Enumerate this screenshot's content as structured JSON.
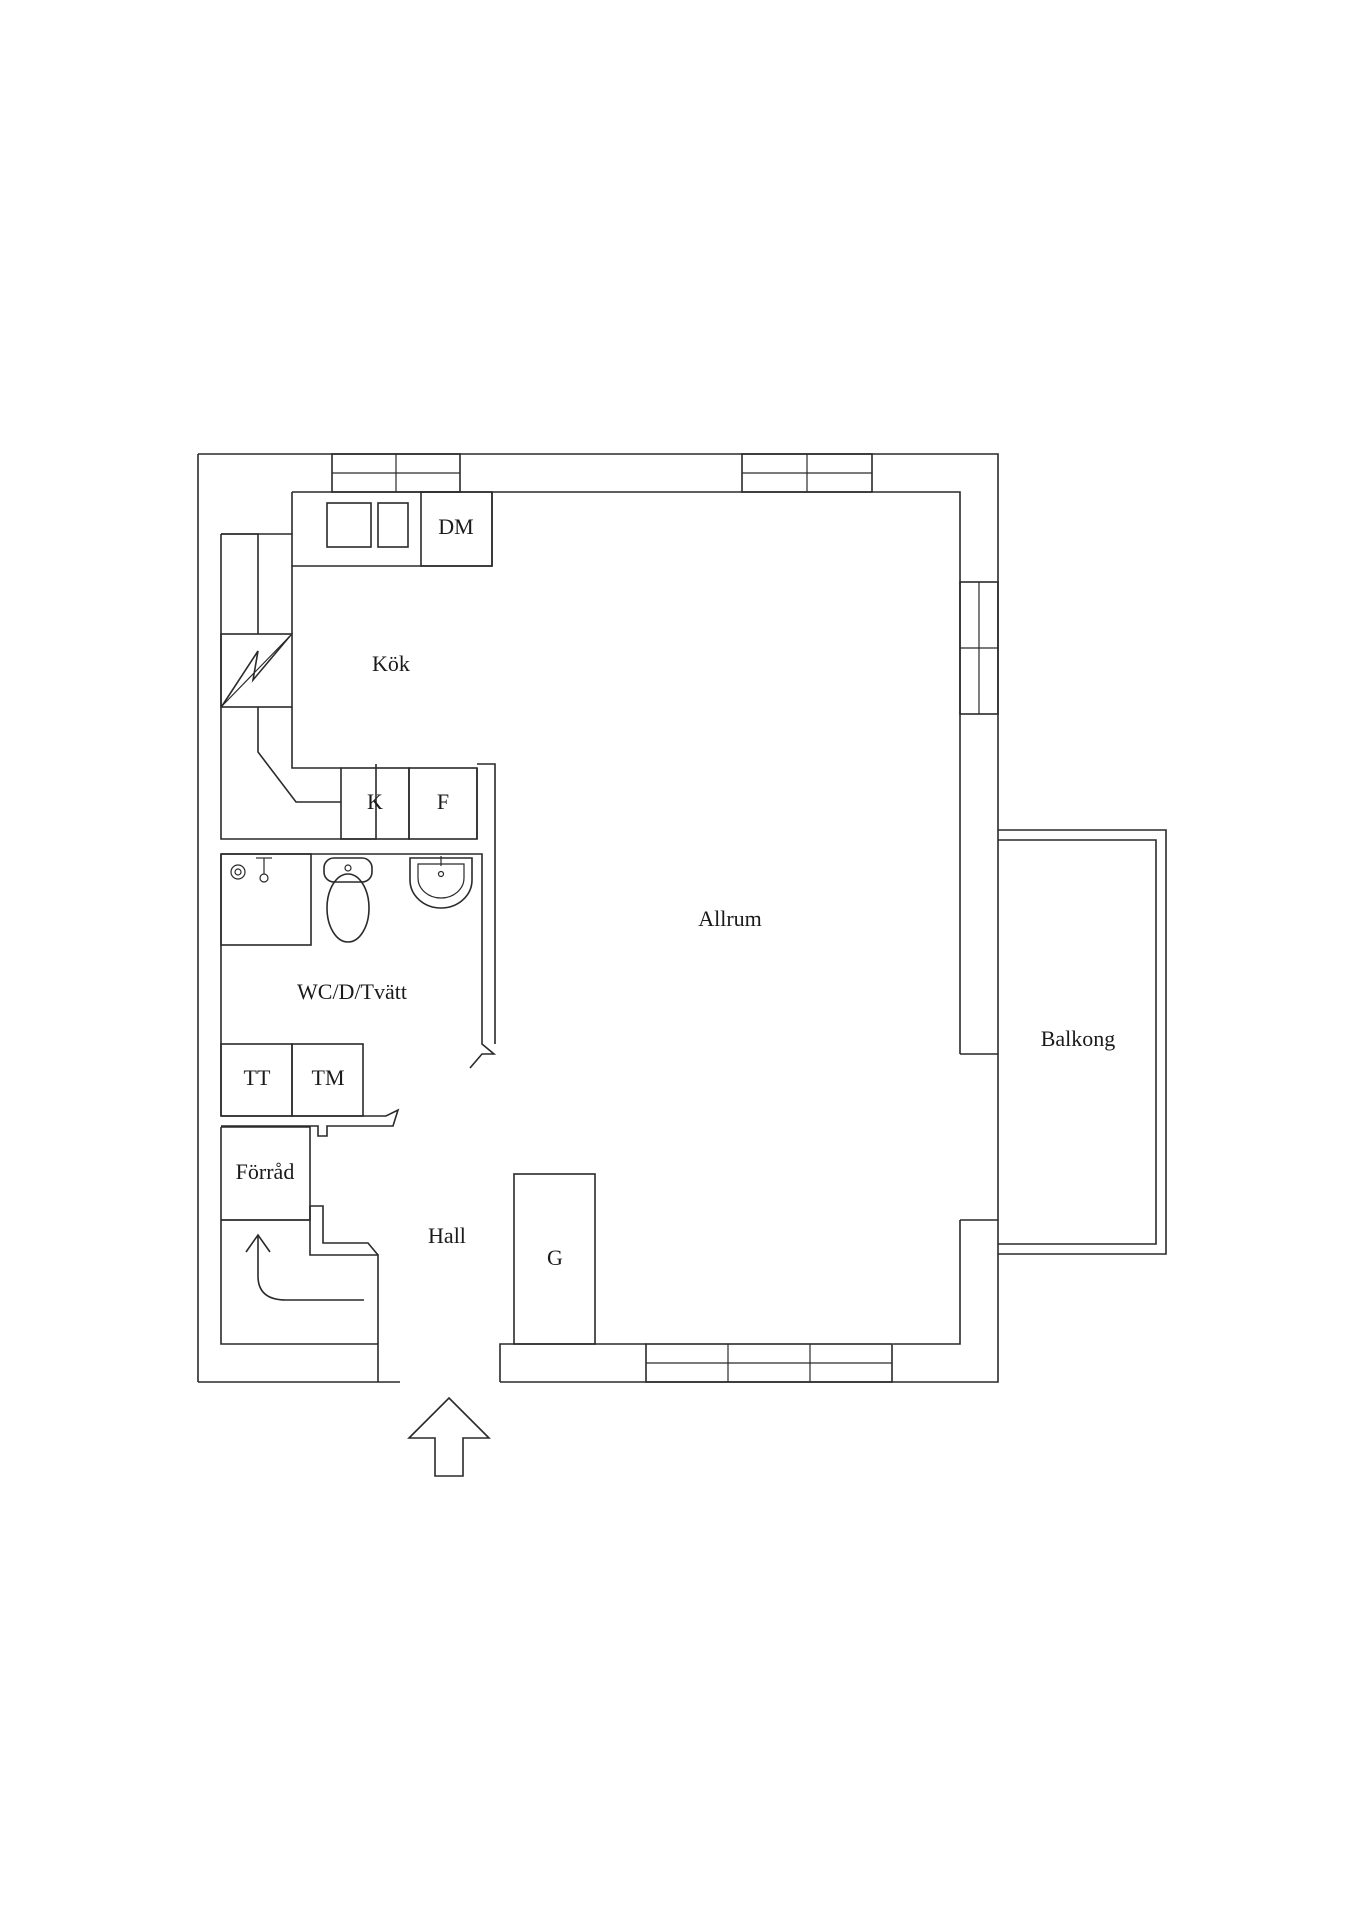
{
  "rooms": {
    "kitchen": "Kök",
    "living": "Allrum",
    "wc": "WC/D/Tvätt",
    "storage": "Förråd",
    "hall": "Hall",
    "balcony": "Balkong"
  },
  "fixtures": {
    "dishwasher": "DM",
    "fridge": "K",
    "freezer": "F",
    "dryer": "TT",
    "washer": "TM",
    "wardrobe": "G"
  },
  "icons": {
    "entrance": "entrance-arrow-icon",
    "chimney": "chimney-icon",
    "toilet": "toilet-icon",
    "sink": "sink-icon",
    "shower": "shower-icon",
    "stairs": "stairs-arrow-icon"
  }
}
